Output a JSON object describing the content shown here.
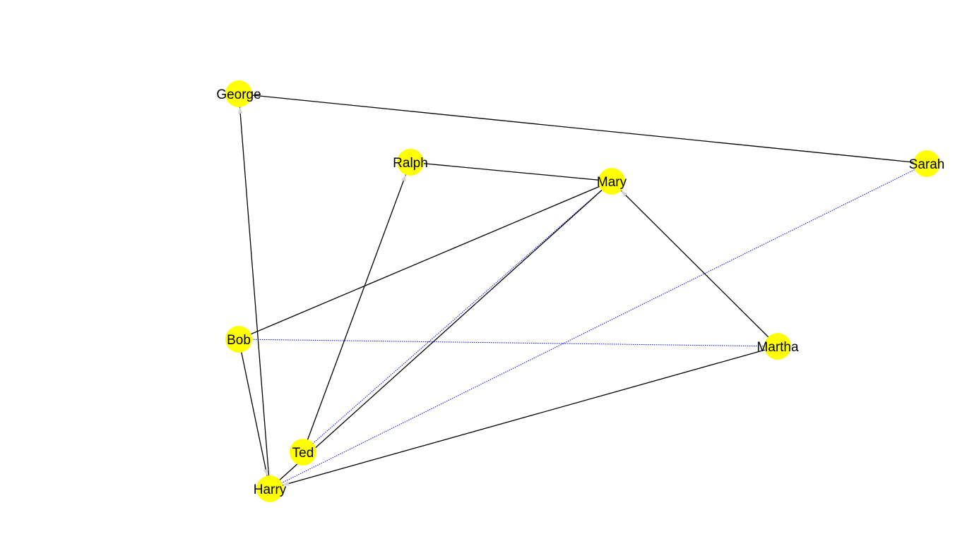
{
  "graph": {
    "colors": {
      "node_fill": "#ffff00",
      "edge_solid": "#000000",
      "edge_dotted": "#0000ff",
      "arrow_head": "#d3d3d3",
      "background": "#ffffff"
    },
    "nodes": [
      {
        "id": "george",
        "label": "George"
      },
      {
        "id": "ralph",
        "label": "Ralph"
      },
      {
        "id": "mary",
        "label": "Mary"
      },
      {
        "id": "sarah",
        "label": "Sarah"
      },
      {
        "id": "bob",
        "label": "Bob"
      },
      {
        "id": "martha",
        "label": "Martha"
      },
      {
        "id": "ted",
        "label": "Ted"
      },
      {
        "id": "harry",
        "label": "Harry"
      }
    ],
    "edges": [
      {
        "from": "george",
        "to": "sarah",
        "style": "solid",
        "arrow": false
      },
      {
        "from": "harry",
        "to": "george",
        "style": "solid",
        "arrow": true
      },
      {
        "from": "ralph",
        "to": "mary",
        "style": "solid",
        "arrow": false
      },
      {
        "from": "ted",
        "to": "ralph",
        "style": "solid",
        "arrow": true
      },
      {
        "from": "bob",
        "to": "mary",
        "style": "solid",
        "arrow": false
      },
      {
        "from": "ted",
        "to": "mary",
        "style": "dotted",
        "arrow": false
      },
      {
        "from": "harry",
        "to": "mary",
        "style": "solid",
        "arrow": false
      },
      {
        "from": "martha",
        "to": "mary",
        "style": "solid",
        "arrow": true
      },
      {
        "from": "harry",
        "to": "sarah",
        "style": "dotted",
        "arrow": false
      },
      {
        "from": "bob",
        "to": "martha",
        "style": "dotted",
        "arrow": false
      },
      {
        "from": "bob",
        "to": "harry",
        "style": "solid",
        "arrow": true
      },
      {
        "from": "martha",
        "to": "harry",
        "style": "solid",
        "arrow": true
      }
    ]
  }
}
